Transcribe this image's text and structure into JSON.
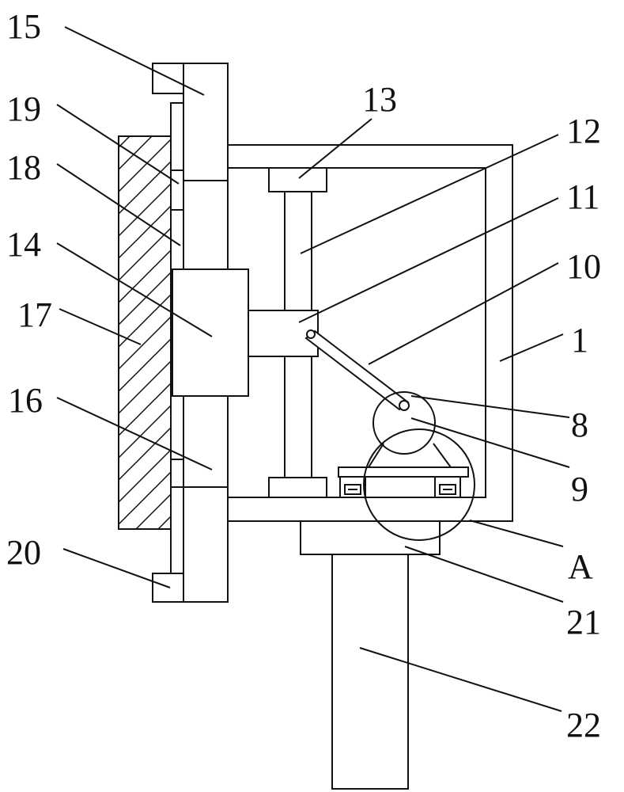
{
  "labels": {
    "l1": "1",
    "l8": "8",
    "l9": "9",
    "l10": "10",
    "l11": "11",
    "l12": "12",
    "l13": "13",
    "l14": "14",
    "l15": "15",
    "l16": "16",
    "l17": "17",
    "l18": "18",
    "l19": "19",
    "l20": "20",
    "l21": "21",
    "l22": "22",
    "lA": "A"
  },
  "colors": {
    "line": "#111111",
    "background": "#ffffff"
  }
}
